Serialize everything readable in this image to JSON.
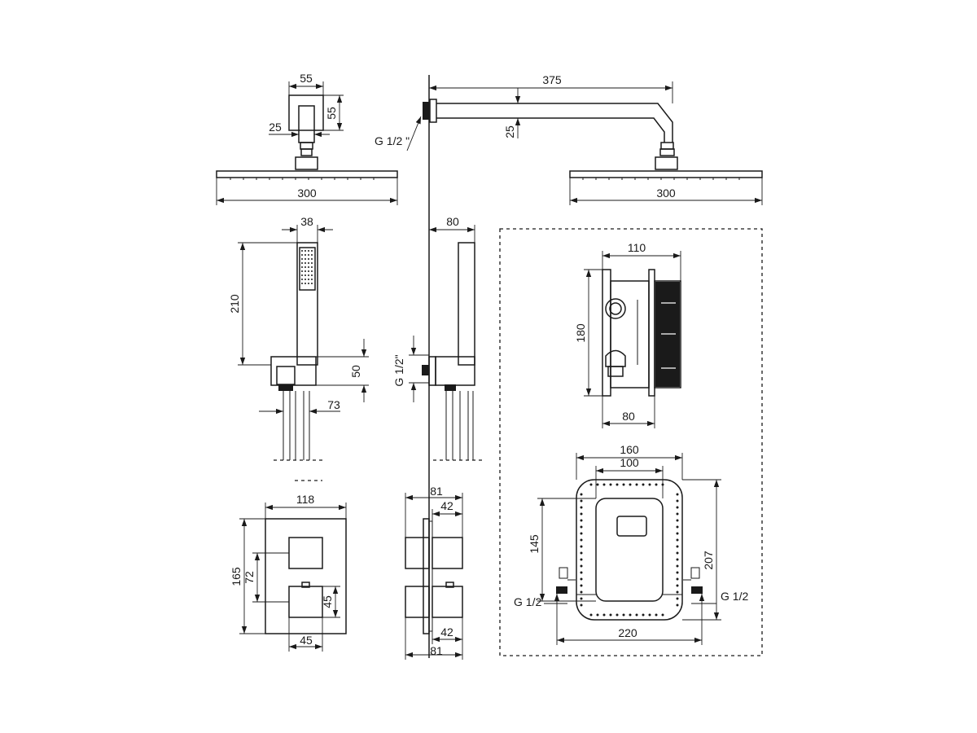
{
  "diagram": {
    "labels": {
      "overhead_arm_width": "55",
      "overhead_arm_height": "55",
      "overhead_arm_offset": "25",
      "overhead_head_width_front": "300",
      "arm_length": "375",
      "arm_drop": "25",
      "arm_thread": "G 1/2 \"",
      "overhead_head_width_side": "300",
      "hand_shower_width": "38",
      "hand_shower_height": "210",
      "holder_height": "50",
      "holder_spacing": "73",
      "holder_depth": "80",
      "holder_thread": "G 1/2\"",
      "box_depth": "110",
      "box_height": "180",
      "box_mount_depth": "80",
      "frame_outer_width": "160",
      "frame_inner_width": "100",
      "frame_inner_height": "145",
      "frame_outer_height": "207",
      "inlet_thread_left": "G 1/2",
      "inlet_thread_right": "G 1/2",
      "inlet_spacing": "220",
      "plate_width": "118",
      "plate_height": "165",
      "knob_spacing": "72",
      "knob_size_vertical": "45",
      "knob_size_horizontal": "45",
      "knob_depth_total_top": "81",
      "knob_depth_top": "42",
      "knob_depth_bottom": "42",
      "knob_depth_total_bottom": "81"
    }
  }
}
